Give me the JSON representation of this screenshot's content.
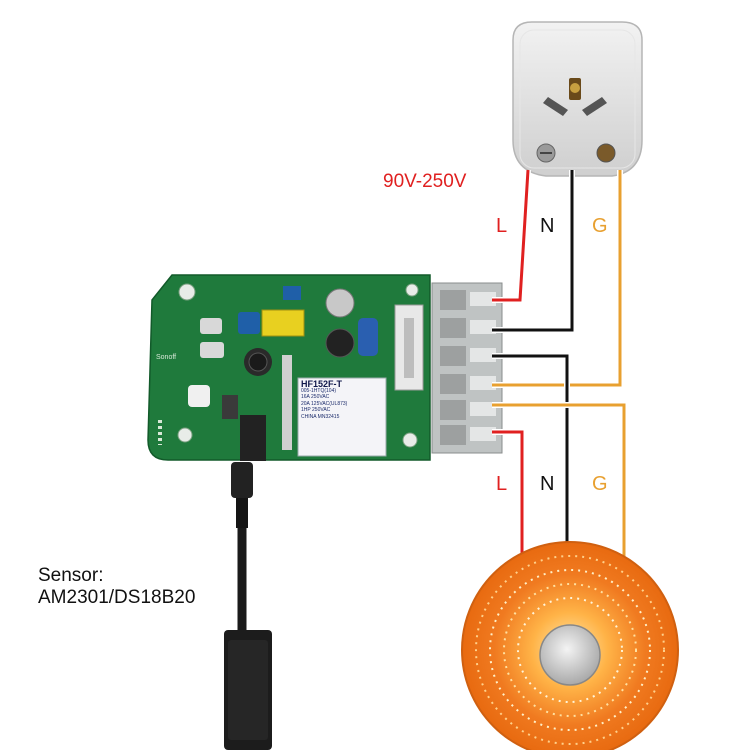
{
  "labels": {
    "voltage": "90V-250V",
    "line": "L",
    "neutral": "N",
    "ground": "G",
    "sensor_line1": "Sensor:",
    "sensor_line2": "AM2301/DS18B20"
  },
  "board": {
    "silkscreen": "Sonoff",
    "relay_model": "HF152F-T",
    "relay_lines": [
      "005-1HTQ(104)",
      "16A 250VAC",
      "20A 125VAC(UL873)",
      "1HP 250VAC",
      "CHINA MN32415"
    ]
  },
  "colors": {
    "line_wire": "#e02020",
    "neutral_wire": "#111111",
    "ground_wire": "#e8a030",
    "pcb": "#1f7a3c",
    "terminal": "#bfc3c3"
  },
  "icons": {
    "plug": "three-pin-plug-icon",
    "heater": "heater-icon",
    "sensor": "sensor-probe-icon"
  }
}
